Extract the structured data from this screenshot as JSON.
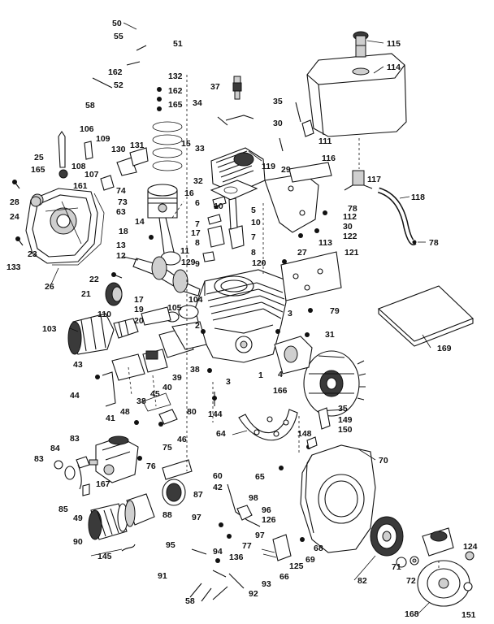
{
  "diagram": {
    "manual_book_label": "",
    "callouts": [
      {
        "id": "c50",
        "text": "50"
      },
      {
        "id": "c55",
        "text": "55"
      },
      {
        "id": "c51",
        "text": "51"
      },
      {
        "id": "c162a",
        "text": "162"
      },
      {
        "id": "c132",
        "text": "132"
      },
      {
        "id": "c52",
        "text": "52"
      },
      {
        "id": "c162b",
        "text": "162"
      },
      {
        "id": "c58a",
        "text": "58"
      },
      {
        "id": "c165a",
        "text": "165"
      },
      {
        "id": "c37",
        "text": "37"
      },
      {
        "id": "c35",
        "text": "35"
      },
      {
        "id": "c115",
        "text": "115"
      },
      {
        "id": "c114",
        "text": "114"
      },
      {
        "id": "c34",
        "text": "34"
      },
      {
        "id": "c30a",
        "text": "30"
      },
      {
        "id": "c111",
        "text": "111"
      },
      {
        "id": "c106",
        "text": "106"
      },
      {
        "id": "c109",
        "text": "109"
      },
      {
        "id": "c130",
        "text": "130"
      },
      {
        "id": "c131",
        "text": "131"
      },
      {
        "id": "c15",
        "text": "15"
      },
      {
        "id": "c33",
        "text": "33"
      },
      {
        "id": "c116",
        "text": "116"
      },
      {
        "id": "c25",
        "text": "25"
      },
      {
        "id": "c108",
        "text": "108"
      },
      {
        "id": "c107",
        "text": "107"
      },
      {
        "id": "c165b",
        "text": "165"
      },
      {
        "id": "c119",
        "text": "119"
      },
      {
        "id": "c29",
        "text": "29"
      },
      {
        "id": "c117",
        "text": "117"
      },
      {
        "id": "c161",
        "text": "161"
      },
      {
        "id": "c74",
        "text": "74"
      },
      {
        "id": "c73",
        "text": "73"
      },
      {
        "id": "c63",
        "text": "63"
      },
      {
        "id": "c32",
        "text": "32"
      },
      {
        "id": "c16",
        "text": "16"
      },
      {
        "id": "c28",
        "text": "28"
      },
      {
        "id": "c24",
        "text": "24"
      },
      {
        "id": "c14",
        "text": "14"
      },
      {
        "id": "c6",
        "text": "6"
      },
      {
        "id": "c10",
        "text": "10"
      },
      {
        "id": "c5",
        "text": "5"
      },
      {
        "id": "c78a",
        "text": "78"
      },
      {
        "id": "c118",
        "text": "118"
      },
      {
        "id": "c112",
        "text": "112"
      },
      {
        "id": "c30b",
        "text": "30"
      },
      {
        "id": "c122",
        "text": "122"
      },
      {
        "id": "c10b",
        "text": "10"
      },
      {
        "id": "c7a",
        "text": "7"
      },
      {
        "id": "c7b",
        "text": "7"
      },
      {
        "id": "c17",
        "text": "17"
      },
      {
        "id": "c18",
        "text": "18"
      },
      {
        "id": "c13",
        "text": "13"
      },
      {
        "id": "c11",
        "text": "11"
      },
      {
        "id": "c8a",
        "text": "8"
      },
      {
        "id": "c8b",
        "text": "8"
      },
      {
        "id": "c9",
        "text": "9"
      },
      {
        "id": "c129",
        "text": "129"
      },
      {
        "id": "c113",
        "text": "113"
      },
      {
        "id": "c78b",
        "text": "78"
      },
      {
        "id": "c133",
        "text": "133"
      },
      {
        "id": "c23",
        "text": "23"
      },
      {
        "id": "c26",
        "text": "26"
      },
      {
        "id": "c12",
        "text": "12"
      },
      {
        "id": "c22",
        "text": "22"
      },
      {
        "id": "c27",
        "text": "27"
      },
      {
        "id": "c120",
        "text": "120"
      },
      {
        "id": "c121",
        "text": "121"
      },
      {
        "id": "c21",
        "text": "21"
      },
      {
        "id": "c17b",
        "text": "17"
      },
      {
        "id": "c19",
        "text": "19"
      },
      {
        "id": "c104",
        "text": "104"
      },
      {
        "id": "c105",
        "text": "105"
      },
      {
        "id": "c110",
        "text": "110"
      },
      {
        "id": "c20",
        "text": "20"
      },
      {
        "id": "c79",
        "text": "79"
      },
      {
        "id": "c103",
        "text": "103"
      },
      {
        "id": "c3a",
        "text": "3"
      },
      {
        "id": "c2",
        "text": "2"
      },
      {
        "id": "c31",
        "text": "31"
      },
      {
        "id": "c169",
        "text": "169"
      },
      {
        "id": "c43",
        "text": "43"
      },
      {
        "id": "c39",
        "text": "39"
      },
      {
        "id": "c38a",
        "text": "38"
      },
      {
        "id": "c40",
        "text": "40"
      },
      {
        "id": "c1",
        "text": "1"
      },
      {
        "id": "c4",
        "text": "4"
      },
      {
        "id": "c3b",
        "text": "3"
      },
      {
        "id": "c44",
        "text": "44"
      },
      {
        "id": "c38b",
        "text": "38"
      },
      {
        "id": "c45",
        "text": "45"
      },
      {
        "id": "c166",
        "text": "166"
      },
      {
        "id": "c41",
        "text": "41"
      },
      {
        "id": "c48",
        "text": "48"
      },
      {
        "id": "c80",
        "text": "80"
      },
      {
        "id": "c144",
        "text": "144"
      },
      {
        "id": "c35b",
        "text": "35"
      },
      {
        "id": "c149",
        "text": "149"
      },
      {
        "id": "c150",
        "text": "150"
      },
      {
        "id": "c46",
        "text": "46"
      },
      {
        "id": "c64",
        "text": "64"
      },
      {
        "id": "c148",
        "text": "148"
      },
      {
        "id": "c75",
        "text": "75"
      },
      {
        "id": "c83a",
        "text": "83"
      },
      {
        "id": "c84",
        "text": "84"
      },
      {
        "id": "c70",
        "text": "70"
      },
      {
        "id": "c83b",
        "text": "83"
      },
      {
        "id": "c76",
        "text": "76"
      },
      {
        "id": "c167",
        "text": "167"
      },
      {
        "id": "c65",
        "text": "65"
      },
      {
        "id": "c60",
        "text": "60"
      },
      {
        "id": "c42",
        "text": "42"
      },
      {
        "id": "c87",
        "text": "87"
      },
      {
        "id": "c98",
        "text": "98"
      },
      {
        "id": "c85",
        "text": "85"
      },
      {
        "id": "c96",
        "text": "96"
      },
      {
        "id": "c49",
        "text": "49"
      },
      {
        "id": "c97a",
        "text": "97"
      },
      {
        "id": "c126",
        "text": "126"
      },
      {
        "id": "c88",
        "text": "88"
      },
      {
        "id": "c90",
        "text": "90"
      },
      {
        "id": "c97b",
        "text": "97"
      },
      {
        "id": "c77",
        "text": "77"
      },
      {
        "id": "c124",
        "text": "124"
      },
      {
        "id": "c95",
        "text": "95"
      },
      {
        "id": "c68",
        "text": "68"
      },
      {
        "id": "c145",
        "text": "145"
      },
      {
        "id": "c94",
        "text": "94"
      },
      {
        "id": "c136",
        "text": "136"
      },
      {
        "id": "c125",
        "text": "125"
      },
      {
        "id": "c69",
        "text": "69"
      },
      {
        "id": "c71",
        "text": "71"
      },
      {
        "id": "c72",
        "text": "72"
      },
      {
        "id": "c91",
        "text": "91"
      },
      {
        "id": "c93",
        "text": "93"
      },
      {
        "id": "c66",
        "text": "66"
      },
      {
        "id": "c82",
        "text": "82"
      },
      {
        "id": "c92",
        "text": "92"
      },
      {
        "id": "c58b",
        "text": "58"
      },
      {
        "id": "c168",
        "text": "168"
      },
      {
        "id": "c151",
        "text": "151"
      }
    ]
  }
}
